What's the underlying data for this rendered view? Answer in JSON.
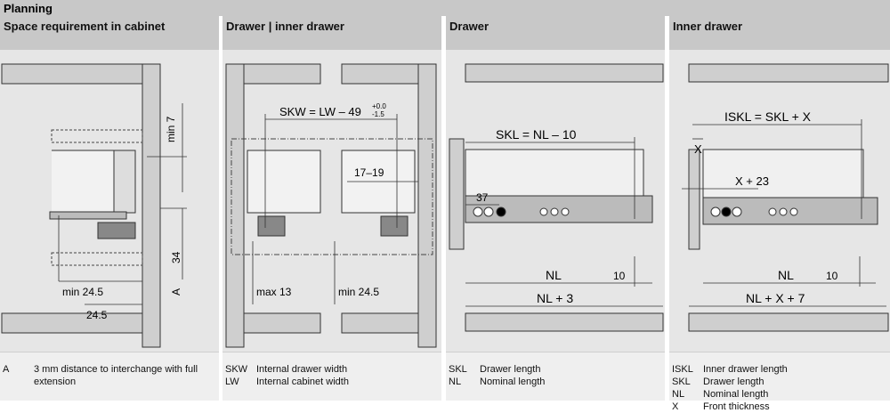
{
  "header": {
    "title": "Planning"
  },
  "panels": [
    {
      "title": "Space requirement in cabinet",
      "labels": {
        "min7": "min 7",
        "dim34": "34",
        "A": "A",
        "min245": "min 24.5",
        "d245": "24.5"
      },
      "legend": [
        {
          "key": "A",
          "value": "3 mm distance to interchange with full extension"
        }
      ]
    },
    {
      "title": "Drawer | inner drawer",
      "labels": {
        "skw_main": "SKW = LW – 49",
        "tol_plus": "+0.0",
        "tol_minus": "-1.5",
        "d1719": "17–19",
        "max13": "max 13",
        "min245": "min 24.5"
      },
      "legend": [
        {
          "key": "SKW",
          "value": "Internal drawer width"
        },
        {
          "key": "LW",
          "value": "Internal cabinet width"
        }
      ]
    },
    {
      "title": "Drawer",
      "labels": {
        "skl": "SKL = NL – 10",
        "d37": "37",
        "d10": "10",
        "nl": "NL",
        "nl3": "NL + 3"
      },
      "legend": [
        {
          "key": "SKL",
          "value": "Drawer length"
        },
        {
          "key": "NL",
          "value": "Nominal length"
        }
      ]
    },
    {
      "title": "Inner drawer",
      "labels": {
        "iskl": "ISKL = SKL + X",
        "x": "X",
        "x23": "X + 23",
        "d10": "10",
        "nl": "NL",
        "nlx7": "NL + X + 7"
      },
      "legend": [
        {
          "key": "ISKL",
          "value": "Inner drawer length"
        },
        {
          "key": "SKL",
          "value": "Drawer length"
        },
        {
          "key": "NL",
          "value": "Nominal length"
        },
        {
          "key": "X",
          "value": "Front thickness"
        }
      ]
    }
  ]
}
